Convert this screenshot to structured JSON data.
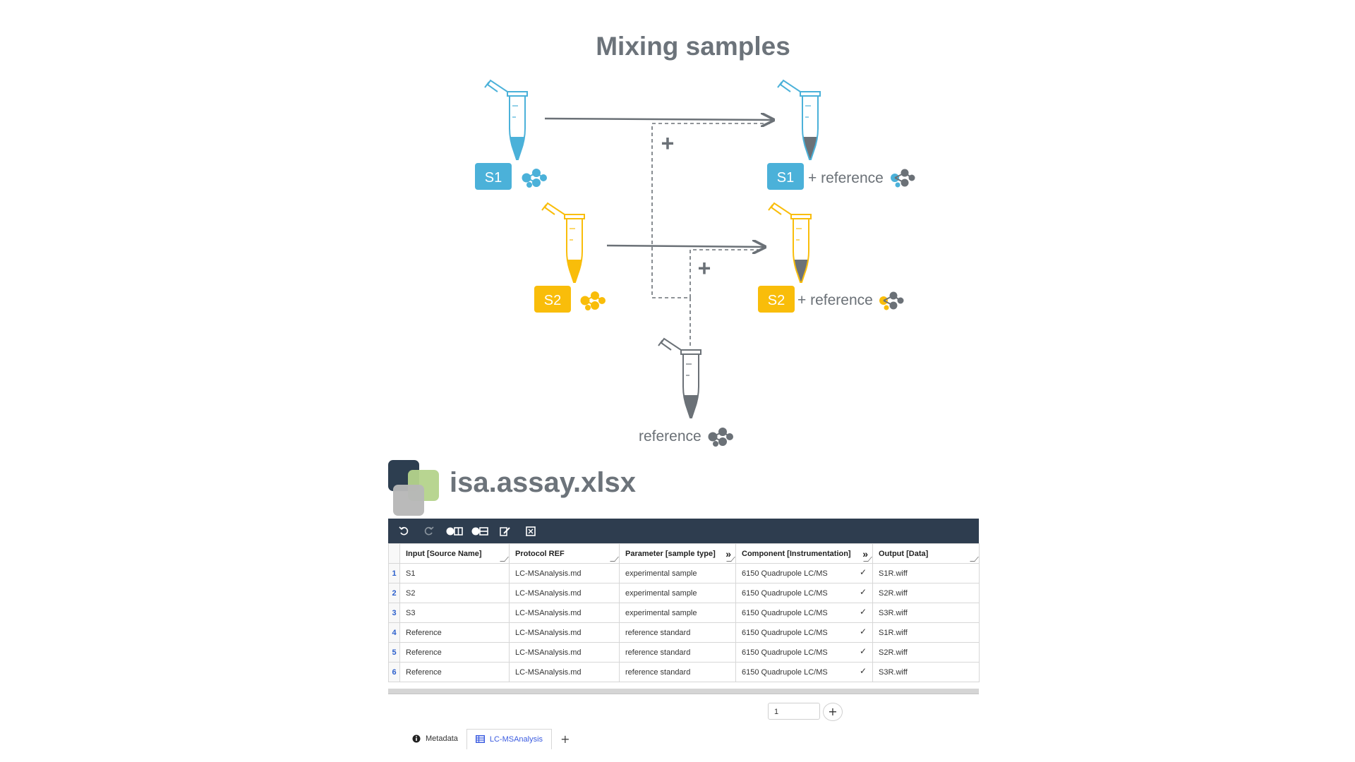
{
  "diagram": {
    "title": "Mixing samples",
    "plus": "+",
    "samples": [
      {
        "label": "S1",
        "color": "#4bb1d9"
      },
      {
        "label": "S2",
        "color": "#f9bd0a"
      }
    ],
    "reference_suffix": "+ reference",
    "reference_label": "reference",
    "reference_color": "#6b7177"
  },
  "isa": {
    "filename": "isa.assay.xlsx"
  },
  "toolbar": {
    "icons": [
      "undo-icon",
      "redo-icon",
      "add-building-block-icon",
      "add-rows-icon",
      "edit-icon",
      "select-all-icon"
    ]
  },
  "table": {
    "columns": [
      "Input [Source Name]",
      "Protocol REF",
      "Parameter [sample type]",
      "Component [Instrumentation]",
      "Output [Data]"
    ],
    "rows": [
      {
        "n": "1",
        "input": "S1",
        "protocol": "LC-MSAnalysis.md",
        "param": "experimental sample",
        "component": "6150 Quadrupole LC/MS",
        "output": "S1R.wiff"
      },
      {
        "n": "2",
        "input": "S2",
        "protocol": "LC-MSAnalysis.md",
        "param": "experimental sample",
        "component": "6150 Quadrupole LC/MS",
        "output": "S2R.wiff"
      },
      {
        "n": "3",
        "input": "S3",
        "protocol": "LC-MSAnalysis.md",
        "param": "experimental sample",
        "component": "6150 Quadrupole LC/MS",
        "output": "S3R.wiff"
      },
      {
        "n": "4",
        "input": "Reference",
        "protocol": "LC-MSAnalysis.md",
        "param": "reference standard",
        "component": "6150 Quadrupole LC/MS",
        "output": "S1R.wiff"
      },
      {
        "n": "5",
        "input": "Reference",
        "protocol": "LC-MSAnalysis.md",
        "param": "reference standard",
        "component": "6150 Quadrupole LC/MS",
        "output": "S2R.wiff"
      },
      {
        "n": "6",
        "input": "Reference",
        "protocol": "LC-MSAnalysis.md",
        "param": "reference standard",
        "component": "6150 Quadrupole LC/MS",
        "output": "S3R.wiff"
      }
    ]
  },
  "add_rows": {
    "value": "1",
    "button": "+"
  },
  "tabs": [
    {
      "label": "Metadata",
      "icon": "info-icon",
      "active": false
    },
    {
      "label": "LC-MSAnalysis",
      "icon": "table-icon",
      "active": true
    }
  ],
  "tab_add": "+"
}
